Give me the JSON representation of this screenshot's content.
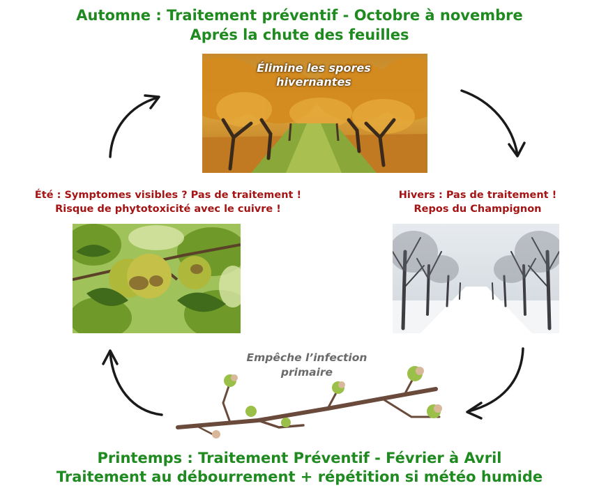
{
  "autumn": {
    "title_line1": "Automne : Traitement préventif - Octobre à novembre",
    "title_line2": "Aprés la chute des feuilles",
    "caption_line1": "Élimine les spores",
    "caption_line2": "hivernantes"
  },
  "summer": {
    "title_line1": "Été : Symptomes visibles ? Pas de traitement !",
    "title_line2": "Risque de phytotoxicité avec le cuivre !"
  },
  "winter": {
    "title_line1": "Hivers : Pas de traitement !",
    "title_line2": "Repos du Champignon"
  },
  "spring": {
    "caption_line1": "Empêche l’infection",
    "caption_line2": "primaire",
    "title_line1": "Printemps : Traitement Préventif - Février à Avril",
    "title_line2": "Traitement au débourrement + répétition si météo humide"
  },
  "colors": {
    "season_title_green": "#1f8a1f",
    "season_title_red": "#a51414"
  }
}
